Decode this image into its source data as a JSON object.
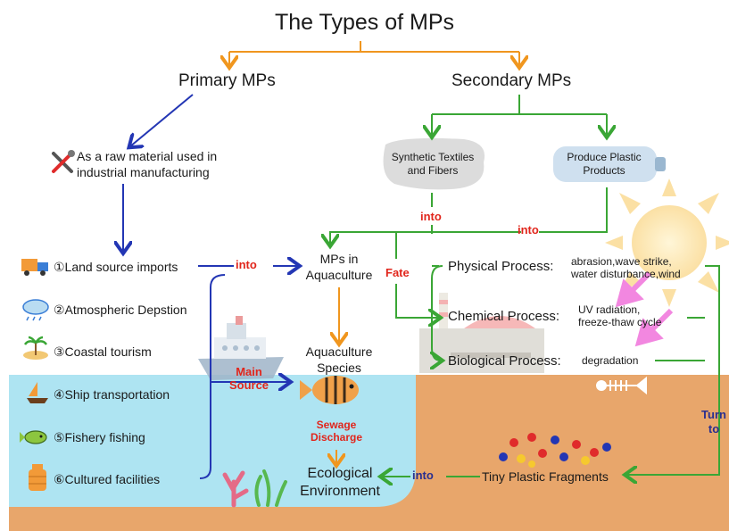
{
  "title": "The Types of MPs",
  "primary": {
    "heading": "Primary MPs",
    "raw_material_line1": "As a raw material used in",
    "raw_material_line2": "industrial manufacturing"
  },
  "secondary": {
    "heading": "Secondary MPs",
    "textiles_line1": "Synthetic Textiles",
    "textiles_line2": "and Fibers",
    "products_line1": "Produce Plastic",
    "products_line2": "Products"
  },
  "sources": [
    {
      "label": "①Land source imports",
      "icon": "truck-icon"
    },
    {
      "label": "②Atmospheric Depstion",
      "icon": "rain-cloud-icon"
    },
    {
      "label": "③Coastal tourism",
      "icon": "palm-island-icon"
    },
    {
      "label": "④Ship transportation",
      "icon": "sailboat-icon"
    },
    {
      "label": "⑤Fishery fishing",
      "icon": "fish-icon"
    },
    {
      "label": "⑥Cultured facilities",
      "icon": "net-cage-icon"
    }
  ],
  "connectors": {
    "into_land": "into",
    "into_textiles": "into",
    "into_products": "into",
    "fate": "Fate",
    "main_source_line1": "Main",
    "main_source_line2": "Source",
    "sewage_line1": "Sewage",
    "sewage_line2": "Discharge",
    "into_eco": "into",
    "turn_to_line1": "Turn",
    "turn_to_line2": "to"
  },
  "aquaculture": {
    "mps_line1": "MPs in",
    "mps_line2": "Aquaculture",
    "species_line1": "Aquaculture",
    "species_line2": "Species",
    "eco_line1": "Ecological",
    "eco_line2": "Environment"
  },
  "processes": [
    {
      "name": "Physical Process:",
      "detail_line1": "abrasion,wave strike,",
      "detail_line2": "water disturbance,wind"
    },
    {
      "name": "Chemical Process:",
      "detail_line1": "UV radiation,",
      "detail_line2": "freeze-thaw cycle"
    },
    {
      "name": "Biological Process:",
      "detail_line1": "degradation",
      "detail_line2": ""
    }
  ],
  "fragments": "Tiny Plastic Fragments",
  "colors": {
    "orange_arrow": "#f0961e",
    "blue_arrow": "#2336b4",
    "green_arrow": "#3aa635",
    "sea": "#aee4f2",
    "seabed": "#e8a66b",
    "red_text": "#e1261c",
    "navy_text": "#2a2f8f"
  }
}
